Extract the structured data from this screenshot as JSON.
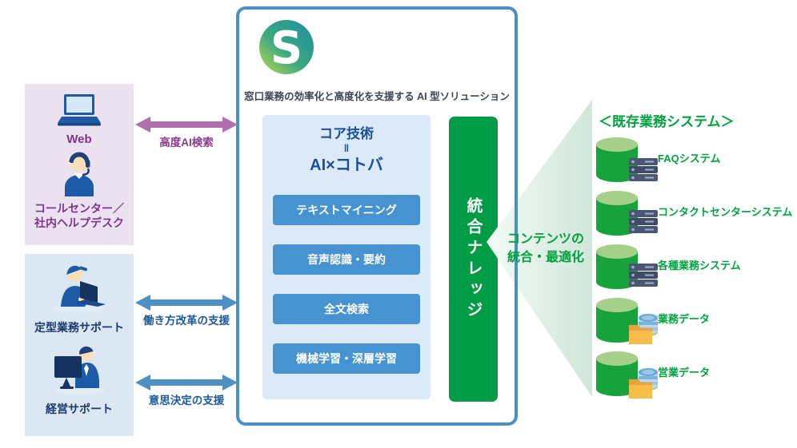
{
  "colors": {
    "accent_blue_border": "#4a90c8",
    "button_blue": "#4793d1",
    "panel_blue": "#dce9f6",
    "bar_green": "#009b45",
    "cylinder_green": "#17a23c",
    "text_green": "#00a23e",
    "arrow_purple": "#b26fae",
    "arrow_blue": "#4e90c4",
    "channel_box_pink": "#ece2ef",
    "support_box_blue": "#dbe8f4"
  },
  "left": {
    "channels": {
      "web": "Web",
      "callcenter_line1": "コールセンター／",
      "callcenter_line2": "社内ヘルプデスク"
    },
    "support": {
      "routine": "定型業務サポート",
      "management": "経営サポート"
    }
  },
  "arrows": [
    {
      "label": "高度AI検索"
    },
    {
      "label": "働き方改革の支援"
    },
    {
      "label": "意思決定の支援"
    }
  ],
  "center": {
    "subtitle": "窓口業務の効率化と高度化を支援する AI 型ソリューション",
    "core": {
      "line1": "コア技術",
      "equals": "‖",
      "line2": "AI×コトバ"
    },
    "buttons": [
      "テキストマイニング",
      "音声認識・要約",
      "全文検索",
      "機械学習・深層学習"
    ],
    "knowledge": "統合ナレッジ"
  },
  "funnel": {
    "line1": "コンテンツの",
    "line2": "統合・最適化"
  },
  "right": {
    "heading": "＜既存業務システム＞",
    "systems": [
      {
        "label": "FAQシステム",
        "icon": "server-rack-icon"
      },
      {
        "label": "コンタクトセンターシステム",
        "icon": "server-rack-icon"
      },
      {
        "label": "各種業務システム",
        "icon": "server-rack-icon"
      },
      {
        "label": "業務データ",
        "icon": "folder-database-icon"
      },
      {
        "label": "営業データ",
        "icon": "folder-database-icon"
      }
    ]
  }
}
